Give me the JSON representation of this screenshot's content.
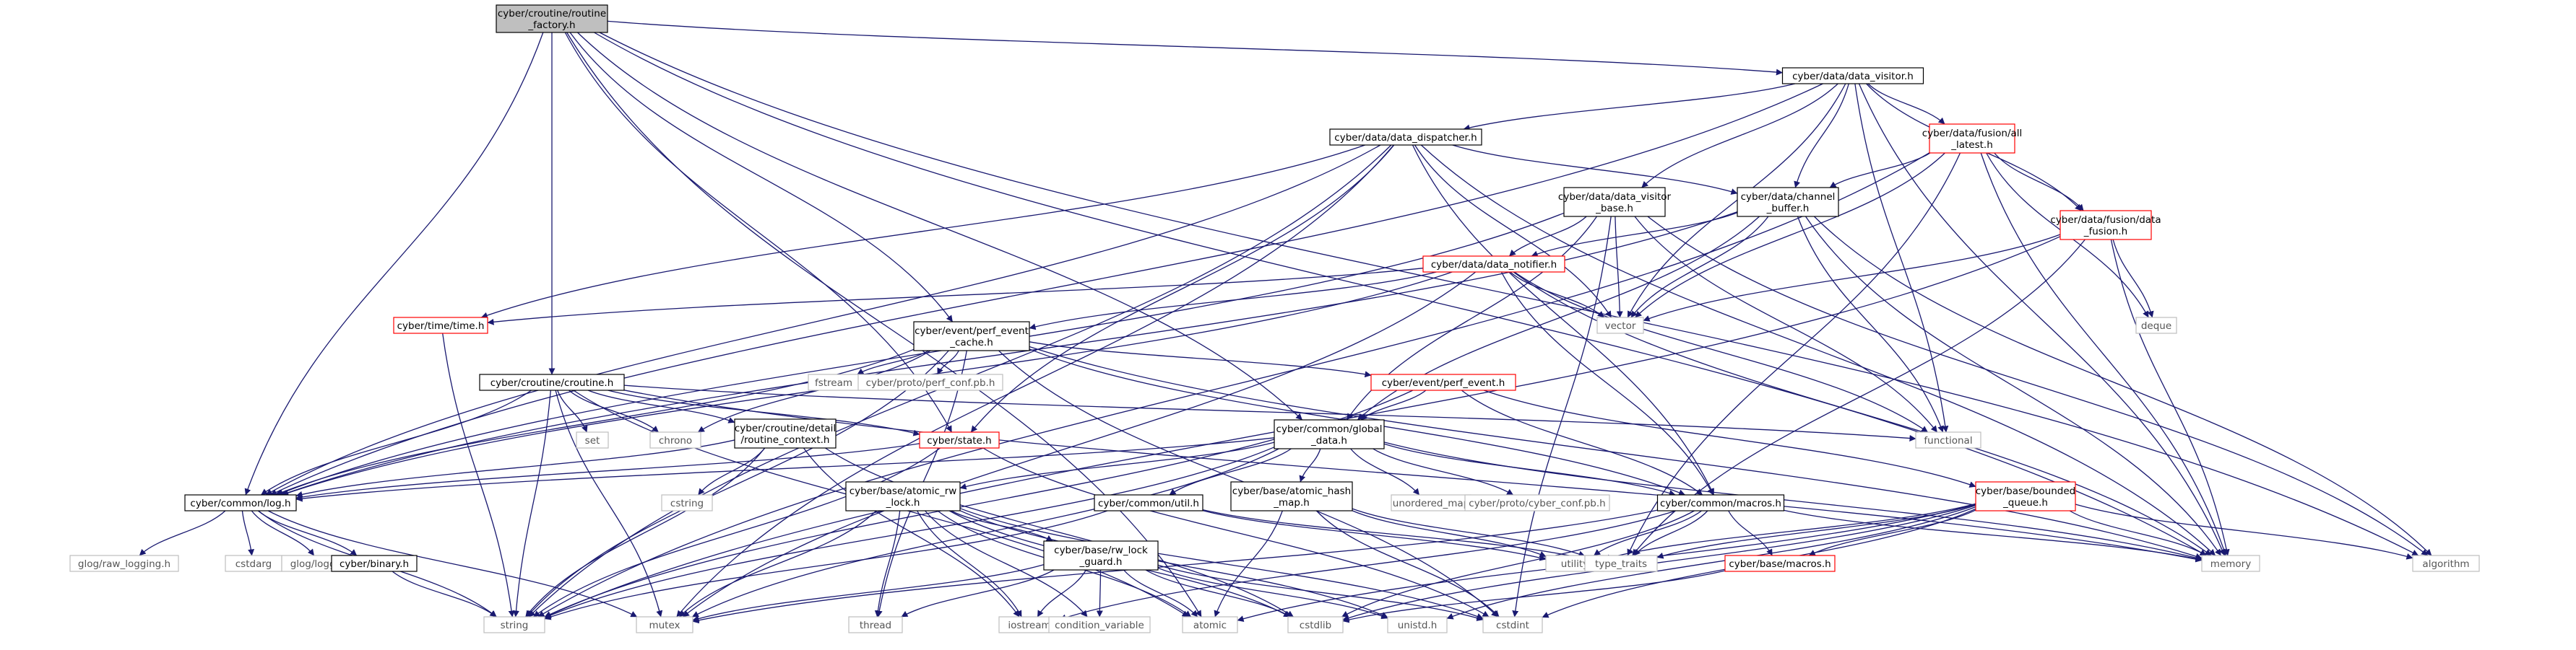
{
  "graph": {
    "title": "",
    "nodes": [
      {
        "id": "rf",
        "lines": [
          "cyber/croutine/routine",
          "_factory.h"
        ],
        "style": "root"
      },
      {
        "id": "dv",
        "lines": [
          "cyber/data/data_visitor.h"
        ],
        "style": "normal"
      },
      {
        "id": "dd",
        "lines": [
          "cyber/data/data_dispatcher.h"
        ],
        "style": "normal"
      },
      {
        "id": "fal",
        "lines": [
          "cyber/data/fusion/all",
          "_latest.h"
        ],
        "style": "red"
      },
      {
        "id": "dvb",
        "lines": [
          "cyber/data/data_visitor",
          "_base.h"
        ],
        "style": "normal"
      },
      {
        "id": "cb",
        "lines": [
          "cyber/data/channel",
          "_buffer.h"
        ],
        "style": "normal"
      },
      {
        "id": "fdf",
        "lines": [
          "cyber/data/fusion/data",
          "_fusion.h"
        ],
        "style": "red"
      },
      {
        "id": "dn",
        "lines": [
          "cyber/data/data_notifier.h"
        ],
        "style": "red"
      },
      {
        "id": "tt",
        "lines": [
          "cyber/time/time.h"
        ],
        "style": "red"
      },
      {
        "id": "pec",
        "lines": [
          "cyber/event/perf_event",
          "_cache.h"
        ],
        "style": "normal"
      },
      {
        "id": "vector",
        "lines": [
          "vector"
        ],
        "style": "system"
      },
      {
        "id": "deque",
        "lines": [
          "deque"
        ],
        "style": "system"
      },
      {
        "id": "fstream",
        "lines": [
          "fstream"
        ],
        "style": "system"
      },
      {
        "id": "pcpb",
        "lines": [
          "cyber/proto/perf_conf.pb.h"
        ],
        "style": "system"
      },
      {
        "id": "pe",
        "lines": [
          "cyber/event/perf_event.h"
        ],
        "style": "red"
      },
      {
        "id": "cr",
        "lines": [
          "cyber/croutine/croutine.h"
        ],
        "style": "normal"
      },
      {
        "id": "set",
        "lines": [
          "set"
        ],
        "style": "system"
      },
      {
        "id": "chrono",
        "lines": [
          "chrono"
        ],
        "style": "system"
      },
      {
        "id": "rc",
        "lines": [
          "cyber/croutine/detail",
          "/routine_context.h"
        ],
        "style": "normal"
      },
      {
        "id": "st",
        "lines": [
          "cyber/state.h"
        ],
        "style": "red"
      },
      {
        "id": "gd",
        "lines": [
          "cyber/common/global",
          "_data.h"
        ],
        "style": "normal"
      },
      {
        "id": "functional",
        "lines": [
          "functional"
        ],
        "style": "system"
      },
      {
        "id": "log",
        "lines": [
          "cyber/common/log.h"
        ],
        "style": "normal"
      },
      {
        "id": "cstring",
        "lines": [
          "cstring"
        ],
        "style": "system"
      },
      {
        "id": "arw",
        "lines": [
          "cyber/base/atomic_rw",
          "_lock.h"
        ],
        "style": "normal"
      },
      {
        "id": "util",
        "lines": [
          "cyber/common/util.h"
        ],
        "style": "normal"
      },
      {
        "id": "ahm",
        "lines": [
          "cyber/base/atomic_hash",
          "_map.h"
        ],
        "style": "normal"
      },
      {
        "id": "umap",
        "lines": [
          "unordered_map"
        ],
        "style": "system"
      },
      {
        "id": "ccpb",
        "lines": [
          "cyber/proto/cyber_conf.pb.h"
        ],
        "style": "system"
      },
      {
        "id": "mac",
        "lines": [
          "cyber/common/macros.h"
        ],
        "style": "normal"
      },
      {
        "id": "bq",
        "lines": [
          "cyber/base/bounded",
          "_queue.h"
        ],
        "style": "red"
      },
      {
        "id": "glograw",
        "lines": [
          "glog/raw_logging.h"
        ],
        "style": "system"
      },
      {
        "id": "cstdarg",
        "lines": [
          "cstdarg"
        ],
        "style": "system"
      },
      {
        "id": "glog",
        "lines": [
          "glog/logging.h"
        ],
        "style": "system"
      },
      {
        "id": "bin",
        "lines": [
          "cyber/binary.h"
        ],
        "style": "normal"
      },
      {
        "id": "rwg",
        "lines": [
          "cyber/base/rw_lock",
          "_guard.h"
        ],
        "style": "normal"
      },
      {
        "id": "utility",
        "lines": [
          "utility"
        ],
        "style": "system"
      },
      {
        "id": "typetraits",
        "lines": [
          "type_traits"
        ],
        "style": "system"
      },
      {
        "id": "bmac",
        "lines": [
          "cyber/base/macros.h"
        ],
        "style": "red"
      },
      {
        "id": "memory",
        "lines": [
          "memory"
        ],
        "style": "system"
      },
      {
        "id": "algorithm",
        "lines": [
          "algorithm"
        ],
        "style": "system"
      },
      {
        "id": "string",
        "lines": [
          "string"
        ],
        "style": "system"
      },
      {
        "id": "mutex",
        "lines": [
          "mutex"
        ],
        "style": "system"
      },
      {
        "id": "thread",
        "lines": [
          "thread"
        ],
        "style": "system"
      },
      {
        "id": "iostream",
        "lines": [
          "iostream"
        ],
        "style": "system"
      },
      {
        "id": "condvar",
        "lines": [
          "condition_variable"
        ],
        "style": "system"
      },
      {
        "id": "atomic",
        "lines": [
          "atomic"
        ],
        "style": "system"
      },
      {
        "id": "cstdlib",
        "lines": [
          "cstdlib"
        ],
        "style": "system"
      },
      {
        "id": "unistd",
        "lines": [
          "unistd.h"
        ],
        "style": "system"
      },
      {
        "id": "cstdint",
        "lines": [
          "cstdint"
        ],
        "style": "system"
      }
    ],
    "edges": [
      [
        "rf",
        "dv"
      ],
      [
        "rf",
        "cr"
      ],
      [
        "rf",
        "log"
      ],
      [
        "rf",
        "pec"
      ],
      [
        "rf",
        "gd"
      ],
      [
        "rf",
        "memory"
      ],
      [
        "rf",
        "algorithm"
      ],
      [
        "rf",
        "st"
      ],
      [
        "rf",
        "atomic"
      ],
      [
        "dv",
        "dd"
      ],
      [
        "dv",
        "fal"
      ],
      [
        "dv",
        "dvb"
      ],
      [
        "dv",
        "cb"
      ],
      [
        "dv",
        "fdf"
      ],
      [
        "dv",
        "log"
      ],
      [
        "dv",
        "vector"
      ],
      [
        "dv",
        "functional"
      ],
      [
        "dv",
        "memory"
      ],
      [
        "dd",
        "cb"
      ],
      [
        "dd",
        "log"
      ],
      [
        "dd",
        "mac"
      ],
      [
        "dd",
        "tt"
      ],
      [
        "dd",
        "vector"
      ],
      [
        "dd",
        "string"
      ],
      [
        "dd",
        "memory"
      ],
      [
        "dd",
        "mutex"
      ],
      [
        "dd",
        "st"
      ],
      [
        "fal",
        "cb"
      ],
      [
        "fal",
        "fdf"
      ],
      [
        "fal",
        "vector"
      ],
      [
        "fal",
        "deque"
      ],
      [
        "fal",
        "memory"
      ],
      [
        "fal",
        "typetraits"
      ],
      [
        "fal",
        "string"
      ],
      [
        "dvb",
        "dn"
      ],
      [
        "dvb",
        "gd"
      ],
      [
        "dvb",
        "log"
      ],
      [
        "dvb",
        "vector"
      ],
      [
        "dvb",
        "algorithm"
      ],
      [
        "dvb",
        "cstdint"
      ],
      [
        "dvb",
        "functional"
      ],
      [
        "cb",
        "dn"
      ],
      [
        "cb",
        "gd"
      ],
      [
        "cb",
        "vector"
      ],
      [
        "cb",
        "functional"
      ],
      [
        "cb",
        "memory"
      ],
      [
        "cb",
        "algorithm"
      ],
      [
        "cb",
        "log"
      ],
      [
        "fdf",
        "vector"
      ],
      [
        "fdf",
        "deque"
      ],
      [
        "fdf",
        "memory"
      ],
      [
        "fdf",
        "string"
      ],
      [
        "fdf",
        "typetraits"
      ],
      [
        "dn",
        "pec"
      ],
      [
        "dn",
        "tt"
      ],
      [
        "dn",
        "mac"
      ],
      [
        "dn",
        "vector"
      ],
      [
        "dn",
        "memory"
      ],
      [
        "dn",
        "functional"
      ],
      [
        "dn",
        "log"
      ],
      [
        "dn",
        "mutex"
      ],
      [
        "tt",
        "string"
      ],
      [
        "pec",
        "pe"
      ],
      [
        "pec",
        "fstream"
      ],
      [
        "pec",
        "pcpb"
      ],
      [
        "pec",
        "chrono"
      ],
      [
        "pec",
        "log"
      ],
      [
        "pec",
        "mac"
      ],
      [
        "pec",
        "string"
      ],
      [
        "pec",
        "thread"
      ],
      [
        "pec",
        "memory"
      ],
      [
        "pec",
        "cstdint"
      ],
      [
        "pe",
        "gd"
      ],
      [
        "pe",
        "mac"
      ],
      [
        "pe",
        "bq"
      ],
      [
        "pe",
        "string"
      ],
      [
        "cr",
        "set"
      ],
      [
        "cr",
        "chrono"
      ],
      [
        "cr",
        "rc"
      ],
      [
        "cr",
        "st"
      ],
      [
        "cr",
        "log"
      ],
      [
        "cr",
        "functional"
      ],
      [
        "cr",
        "string"
      ],
      [
        "cr",
        "memory"
      ],
      [
        "cr",
        "mutex"
      ],
      [
        "cr",
        "atomic"
      ],
      [
        "rc",
        "log"
      ],
      [
        "rc",
        "cstring"
      ],
      [
        "rc",
        "cstdlib"
      ],
      [
        "rc",
        "string"
      ],
      [
        "rc",
        "iostream"
      ],
      [
        "st",
        "log"
      ],
      [
        "st",
        "cstdint"
      ],
      [
        "st",
        "string"
      ],
      [
        "gd",
        "log"
      ],
      [
        "gd",
        "arw"
      ],
      [
        "gd",
        "util"
      ],
      [
        "gd",
        "ahm"
      ],
      [
        "gd",
        "umap"
      ],
      [
        "gd",
        "ccpb"
      ],
      [
        "gd",
        "mac"
      ],
      [
        "gd",
        "string"
      ],
      [
        "gd",
        "mutex"
      ],
      [
        "gd",
        "memory"
      ],
      [
        "log",
        "glograw"
      ],
      [
        "log",
        "cstdarg"
      ],
      [
        "log",
        "glog"
      ],
      [
        "log",
        "bin"
      ],
      [
        "log",
        "mutex"
      ],
      [
        "log",
        "string"
      ],
      [
        "bin",
        "string"
      ],
      [
        "arw",
        "rwg"
      ],
      [
        "arw",
        "thread"
      ],
      [
        "arw",
        "iostream"
      ],
      [
        "arw",
        "condvar"
      ],
      [
        "arw",
        "atomic"
      ],
      [
        "arw",
        "cstdlib"
      ],
      [
        "arw",
        "unistd"
      ],
      [
        "arw",
        "cstdint"
      ],
      [
        "arw",
        "mutex"
      ],
      [
        "rwg",
        "thread"
      ],
      [
        "rwg",
        "iostream"
      ],
      [
        "rwg",
        "condvar"
      ],
      [
        "rwg",
        "atomic"
      ],
      [
        "rwg",
        "cstdlib"
      ],
      [
        "rwg",
        "unistd"
      ],
      [
        "rwg",
        "cstdint"
      ],
      [
        "rwg",
        "mutex"
      ],
      [
        "util",
        "string"
      ],
      [
        "util",
        "utility"
      ],
      [
        "util",
        "typetraits"
      ],
      [
        "ahm",
        "atomic"
      ],
      [
        "ahm",
        "cstdint"
      ],
      [
        "ahm",
        "utility"
      ],
      [
        "ahm",
        "typetraits"
      ],
      [
        "mac",
        "bmac"
      ],
      [
        "mac",
        "iostream"
      ],
      [
        "mac",
        "memory"
      ],
      [
        "mac",
        "mutex"
      ],
      [
        "mac",
        "typetraits"
      ],
      [
        "mac",
        "utility"
      ],
      [
        "mac",
        "cstdlib"
      ],
      [
        "bq",
        "bmac"
      ],
      [
        "bq",
        "memory"
      ],
      [
        "bq",
        "algorithm"
      ],
      [
        "bq",
        "utility"
      ],
      [
        "bq",
        "atomic"
      ],
      [
        "bq",
        "cstdlib"
      ],
      [
        "bq",
        "unistd"
      ],
      [
        "bq",
        "cstdint"
      ],
      [
        "bq",
        "typetraits"
      ],
      [
        "bmac",
        "cstdlib"
      ]
    ]
  }
}
